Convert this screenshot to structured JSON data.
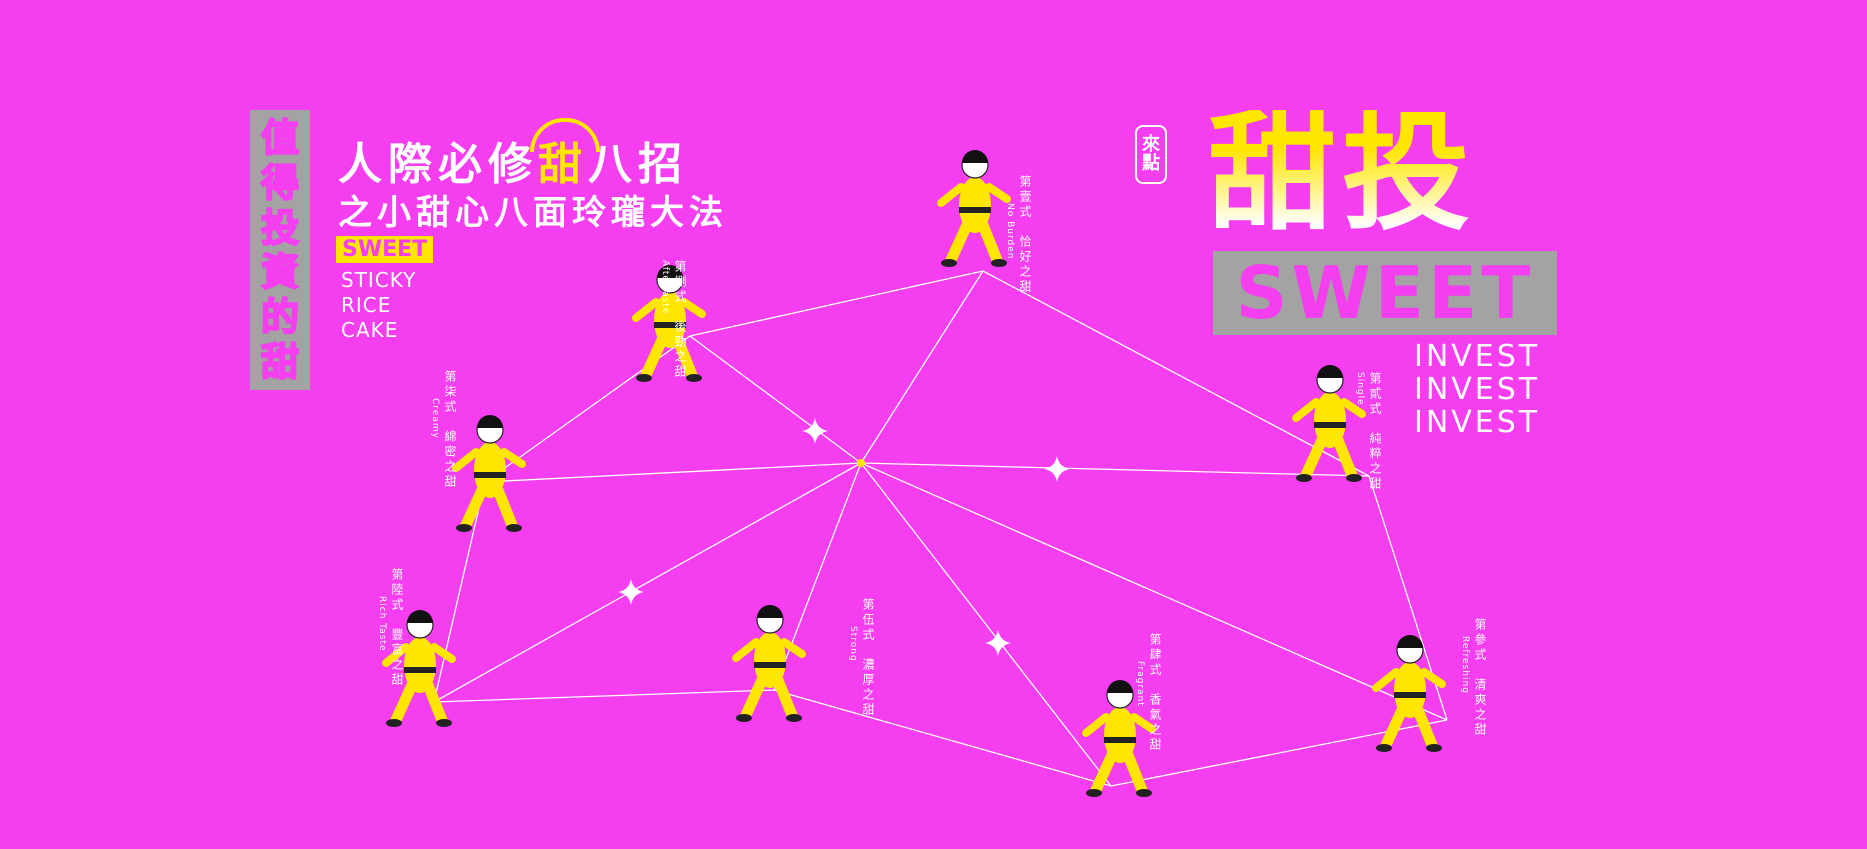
{
  "left_banner": {
    "chars": [
      "值",
      "得",
      "投",
      "資",
      "的",
      "甜"
    ]
  },
  "headline": {
    "line1_pre": "人際必修",
    "line1_highlight": "甜",
    "line1_post": "八招",
    "line2": "之小甜心八面玲瓏大法"
  },
  "sweet_tag": "SWEET",
  "sweet_lines": [
    "STICKY",
    "RICE",
    "CAKE"
  ],
  "logo": {
    "badge_top": "來",
    "badge_bottom": "點",
    "title": "甜投",
    "sweet": "SWEET",
    "invest": [
      "INVEST",
      "INVEST",
      "INVEST"
    ]
  },
  "moves": [
    {
      "num": "第壹式",
      "name": "恰好之甜",
      "en": "No Burden"
    },
    {
      "num": "第貳式",
      "name": "純粹之甜",
      "en": "Single"
    },
    {
      "num": "第參式",
      "name": "清爽之甜",
      "en": "Refreshing"
    },
    {
      "num": "第肆式",
      "name": "香氣之甜",
      "en": "Fragrant"
    },
    {
      "num": "第伍式",
      "name": "濃厚之甜",
      "en": "Strong"
    },
    {
      "num": "第陸式",
      "name": "豐富之甜",
      "en": "Rich Taste"
    },
    {
      "num": "第柒式",
      "name": "綿密之甜",
      "en": "Creamy"
    },
    {
      "num": "第捌式",
      "name": "後勁之甜",
      "en": "Aftertaste"
    }
  ],
  "colors": {
    "background": "#f43ef0",
    "yellow": "#ffe600",
    "grey": "#a3a3a3"
  }
}
